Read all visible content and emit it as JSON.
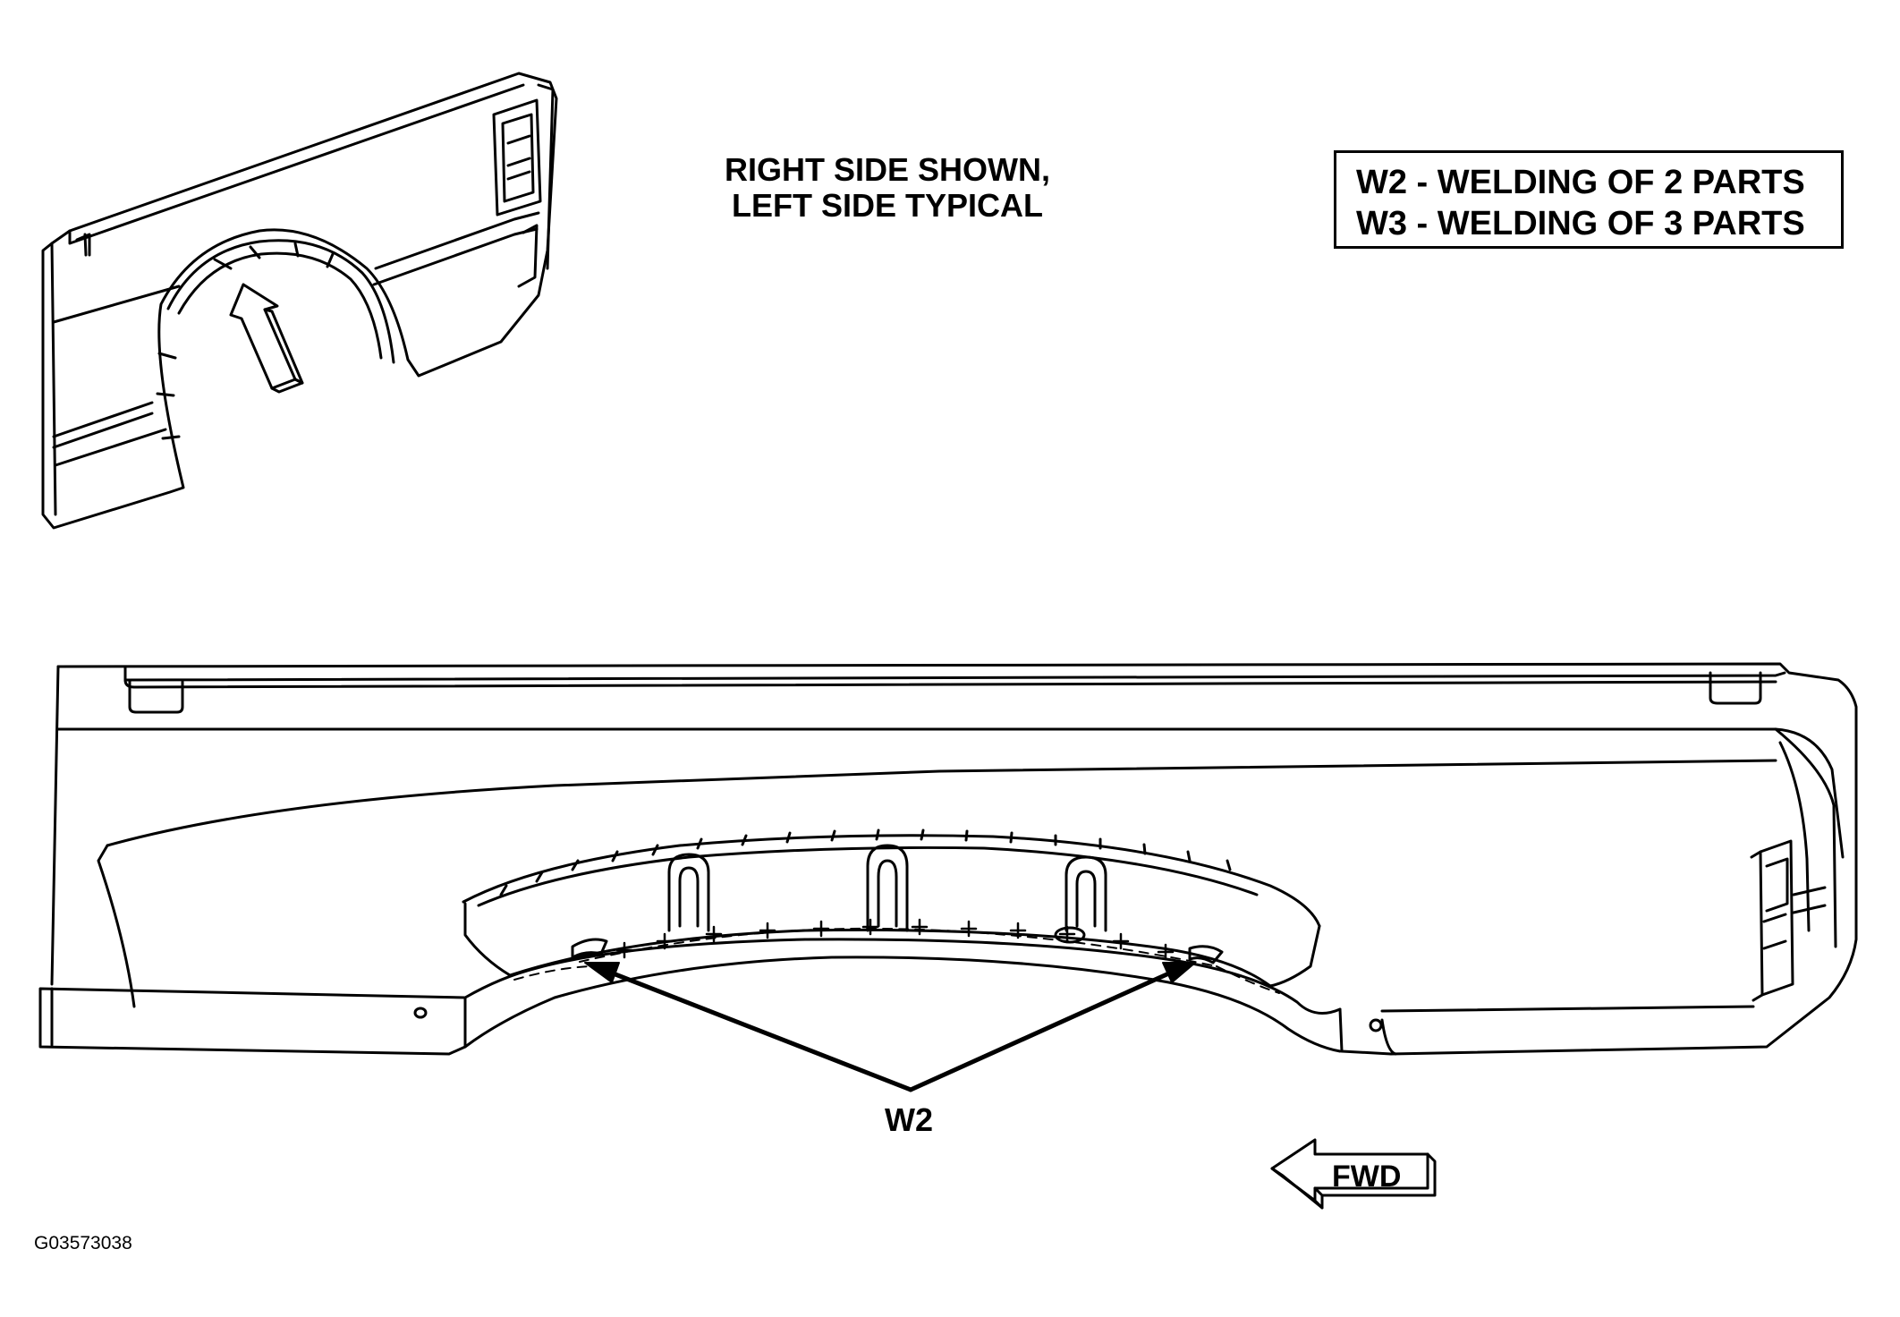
{
  "orientation_note": {
    "line1": "RIGHT SIDE SHOWN,",
    "line2": "LEFT SIDE TYPICAL"
  },
  "legend": {
    "items": [
      {
        "code": "W2",
        "text": "W2 - WELDING OF 2 PARTS"
      },
      {
        "code": "W3",
        "text": "W3 - WELDING OF 3 PARTS"
      }
    ]
  },
  "callouts": {
    "weld_label": "W2"
  },
  "direction_arrow": {
    "label": "FWD",
    "points": "left"
  },
  "figure_id": "G03573038",
  "colors": {
    "line": "#000000",
    "background": "#ffffff"
  }
}
